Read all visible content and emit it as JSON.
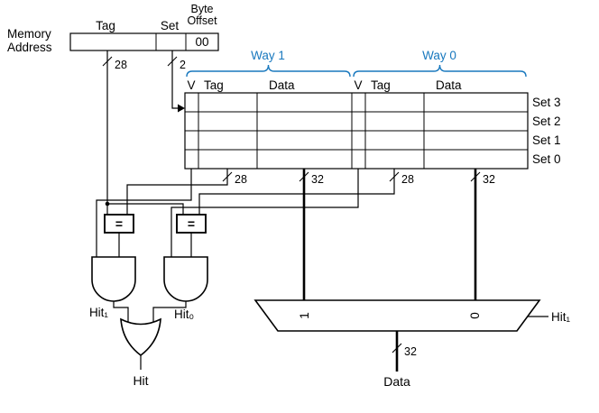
{
  "colors": {
    "accent": "#1878be",
    "ink": "#000000",
    "background": "#ffffff"
  },
  "address": {
    "label1": "Memory",
    "label2": "Address",
    "tag": "Tag",
    "set": "Set",
    "byte": "Byte",
    "offset": "Offset",
    "offset_value": "00",
    "tag_bus": "28",
    "set_bus": "2"
  },
  "ways": [
    {
      "name": "Way 1",
      "v": "V",
      "tag": "Tag",
      "data": "Data",
      "tag_bus": "28",
      "data_bus": "32"
    },
    {
      "name": "Way 0",
      "v": "V",
      "tag": "Tag",
      "data": "Data",
      "tag_bus": "28",
      "data_bus": "32"
    }
  ],
  "sets": [
    "Set 3",
    "Set 2",
    "Set 1",
    "Set 0"
  ],
  "comparators": {
    "eq": "="
  },
  "hits": {
    "hit1": "Hit₁",
    "hit0": "Hit₀",
    "hit": "Hit"
  },
  "mux": {
    "in1": "1",
    "in0": "0",
    "select": "Hit₁",
    "out_bus": "32",
    "out": "Data"
  }
}
